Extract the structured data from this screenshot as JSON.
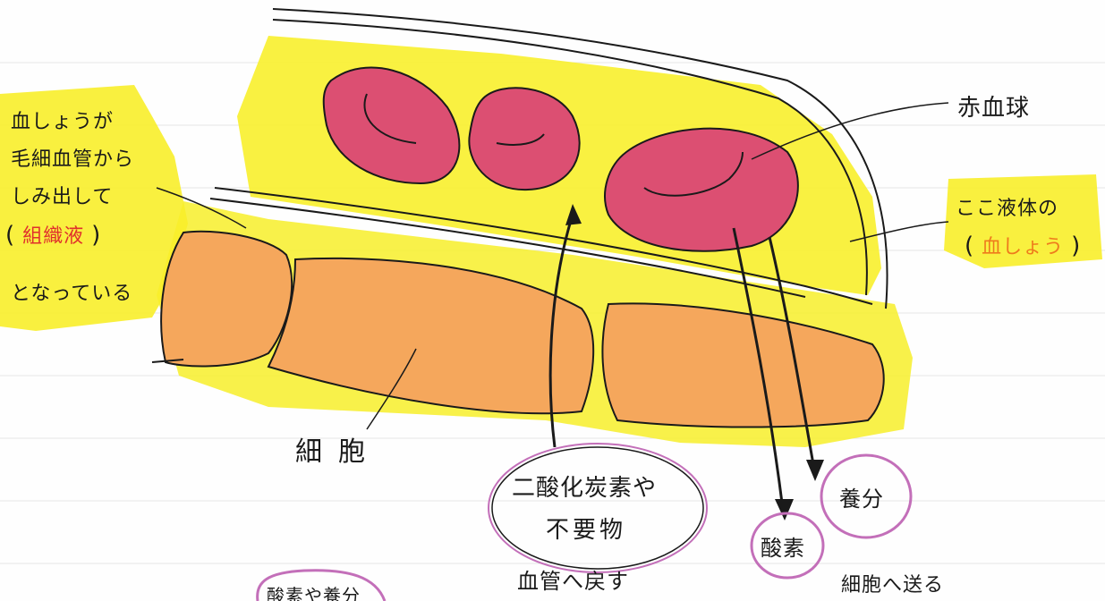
{
  "labels": {
    "rbc": "赤血球",
    "plasma_line1": "ここ液体の",
    "plasma_open": "(",
    "plasma_word": "血しょう",
    "plasma_close": ")",
    "left_line1": "血しょうが",
    "left_line2": "毛細血管から",
    "left_line3": "しみ出して",
    "left_open": "(",
    "left_word": "組織液",
    "left_close": ")",
    "left_line5": "となっている",
    "cell": "細胞",
    "co2_line1": "二酸化炭素や",
    "co2_line2": "不要物",
    "co2_caption": "血管へ戻す",
    "oxygen": "酸素",
    "nutrient": "養分",
    "to_cell_caption": "細胞へ送る",
    "bottom_partial": "酸素や養分"
  },
  "colors": {
    "plasma_yellow": "#f7ef2a",
    "cell_orange": "#f5a75c",
    "rbc_pink": "#dc4f72",
    "annotation_red": "#e0302c",
    "annotation_orange": "#ee7a1c",
    "bubble_border": "#c36fb9",
    "ink": "#1a1a1a"
  }
}
